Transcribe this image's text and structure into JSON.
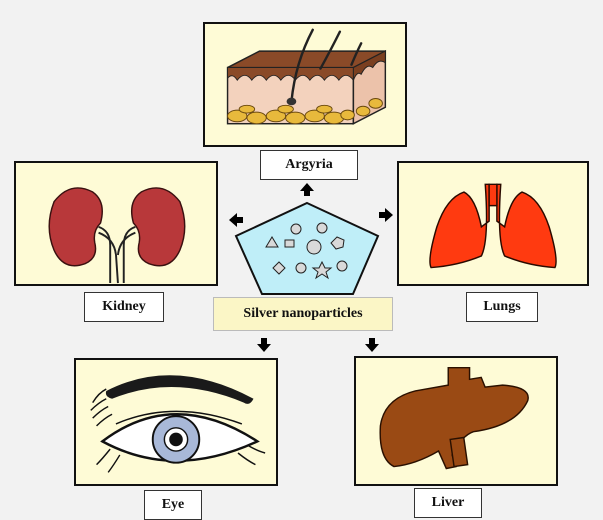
{
  "labels": {
    "skin": "Argyria",
    "kidney": "Kidney",
    "lungs": "Lungs",
    "center": "Silver nanoparticles",
    "eye": "Eye",
    "liver": "Liver"
  },
  "colors": {
    "panel_fill": "#fefbd6",
    "nanoparticle_fill": "#bfeef8",
    "kidney": "#b8383a",
    "lungs": "#ff3a10",
    "liver": "#9a4a14",
    "iris": "#a8b8d8"
  },
  "icons": [
    "skin-cross-section-icon",
    "kidney-icon",
    "lungs-icon",
    "nanoparticle-pentagon-icon",
    "eye-icon",
    "liver-icon",
    "arrow-icon"
  ]
}
